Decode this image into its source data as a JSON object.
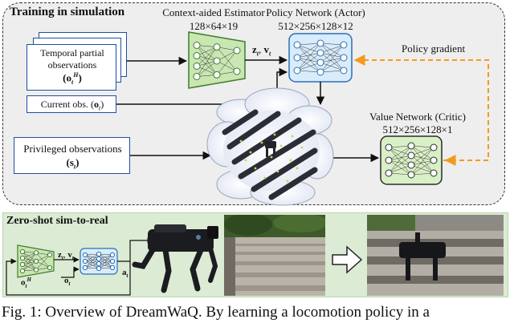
{
  "training": {
    "title": "Training in simulation",
    "estimator": {
      "name": "Context-aided Estimator",
      "dims": "128×64×19"
    },
    "actor": {
      "name": "Policy Network (Actor)",
      "dims": "512×256×128×12"
    },
    "critic": {
      "name": "Value Network (Critic)",
      "dims": "512×256×128×1"
    },
    "policy_gradient": "Policy gradient",
    "temporal_obs": {
      "line1": "Temporal partial",
      "line2": "observations",
      "symbol": "(o",
      "sub": "t",
      "sup": "H",
      "close": ")"
    },
    "current_obs": {
      "label": "Current obs. (",
      "symbol": "o",
      "sub": "t",
      "close": ")"
    },
    "privileged_obs": {
      "line1": "Privileged observations",
      "symbol": "(s",
      "sub": "t",
      "close": ")"
    },
    "latent": {
      "z": "z",
      "v": "v",
      "sub": "t",
      "sep": ", "
    }
  },
  "real": {
    "title": "Zero-shot sim-to-real",
    "z": "z",
    "v": "v",
    "o": "o",
    "a": "a",
    "sub": "t",
    "sup": "H",
    "sep": ", "
  },
  "colors": {
    "estimator_fill": "#c9e6b3",
    "estimator_stroke": "#3f7d2a",
    "actor_fill": "#d9ecfb",
    "actor_stroke": "#2c6fb7",
    "critic_fill": "#d9f0c6",
    "critic_stroke": "#2b2b2b",
    "policy_gradient_arrow": "#f39a1e",
    "obs_border": "#1f4fa0"
  },
  "caption": "Fig. 1: Overview of DreamWaQ. By learning a locomotion policy in a"
}
